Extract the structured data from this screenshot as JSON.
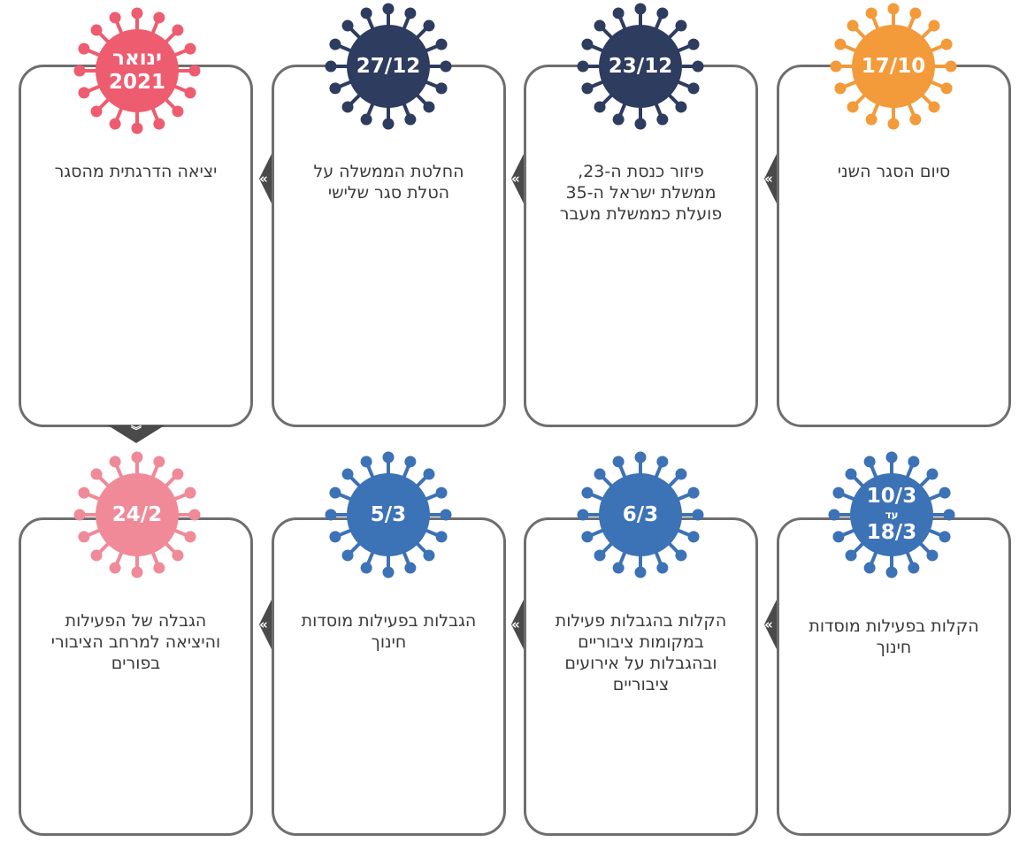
{
  "events": [
    {
      "date_lines": [
        "17/10"
      ],
      "color": "#f39a3a",
      "text": "סיום הסגר השני"
    },
    {
      "date_lines": [
        "23/12"
      ],
      "color": "#2d3c5f",
      "text": "פיזור כנסת ה-23,\nממשלת ישראל ה-35\nפועלת כממשלת מעבר"
    },
    {
      "date_lines": [
        "27/12"
      ],
      "color": "#2d3c5f",
      "text": "החלטת הממשלה על\nהטלת סגר שלישי"
    },
    {
      "date_lines": [
        "ינואר",
        "2021"
      ],
      "color": "#ee5c70",
      "text": "יציאה הדרגתית מהסגר"
    },
    {
      "date_lines": [
        "10/3",
        "עד",
        "18/3"
      ],
      "color": "#3c72b6",
      "text": "הקלות בפעילות מוסדות\nחינוך"
    },
    {
      "date_lines": [
        "6/3"
      ],
      "color": "#3c72b6",
      "text": "הקלות בהגבלות פעילות\nבמקומות ציבוריים\nובהגבלות על אירועים\nציבוריים"
    },
    {
      "date_lines": [
        "5/3"
      ],
      "color": "#3c72b6",
      "text": "הגבלות בפעילות מוסדות\nחינוך"
    },
    {
      "date_lines": [
        "24/2"
      ],
      "color": "#f08a98",
      "text": "הגבלה של הפעילות\nוהיציאה למרחב הציבורי\nבפורים"
    }
  ],
  "arrow_glyph": "«",
  "down_glyph": "︾"
}
